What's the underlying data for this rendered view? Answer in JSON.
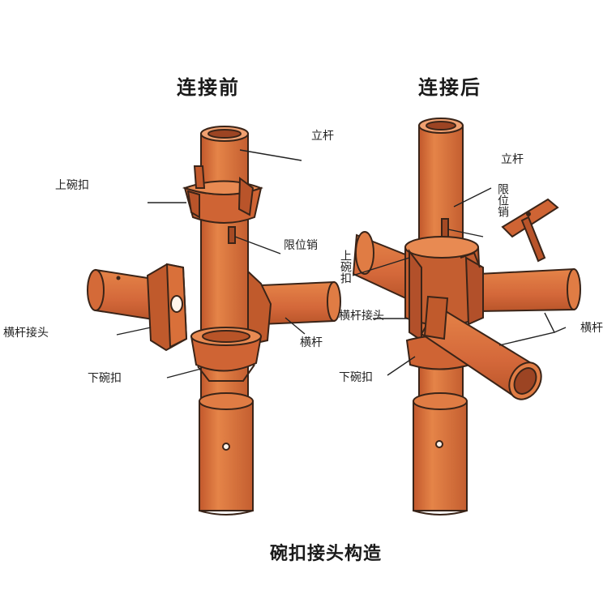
{
  "titles": {
    "before": "连接前",
    "after": "连接后"
  },
  "labels_before": {
    "upright": "立杆",
    "upper_bowl": "上碗扣",
    "limit_pin": "限位销",
    "ledger_joint": "横杆接头",
    "ledger": "横杆",
    "lower_bowl": "下碗扣"
  },
  "labels_after": {
    "upright": "立杆",
    "limit_pin": "限位销",
    "upper_bowl": "上碗扣",
    "ledger_joint": "横杆接头",
    "ledger": "横杆",
    "lower_bowl": "下碗扣"
  },
  "caption": "碗扣接头构造",
  "colors": {
    "pipe": "#d9703a",
    "pipe_dark": "#b5532a",
    "outline": "#3a2418",
    "hole": "#fff5ec"
  }
}
